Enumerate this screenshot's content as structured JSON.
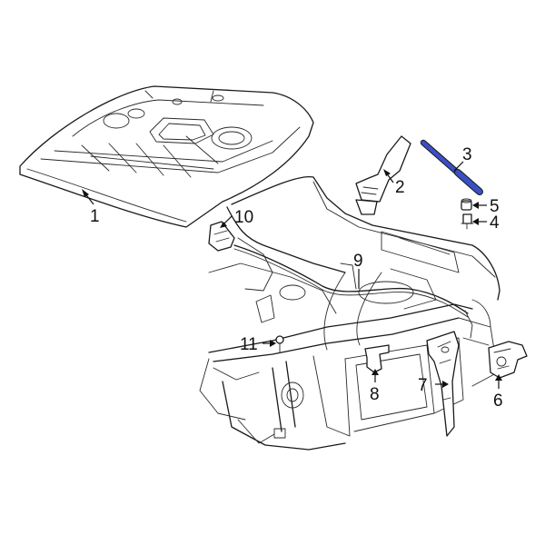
{
  "diagram": {
    "callouts": [
      "1",
      "2",
      "3",
      "4",
      "5",
      "6",
      "7",
      "8",
      "9",
      "10",
      "11"
    ],
    "colors": {
      "line": "#1a1a1a",
      "highlight_part": "#3b4fc4",
      "background": "#ffffff"
    }
  }
}
